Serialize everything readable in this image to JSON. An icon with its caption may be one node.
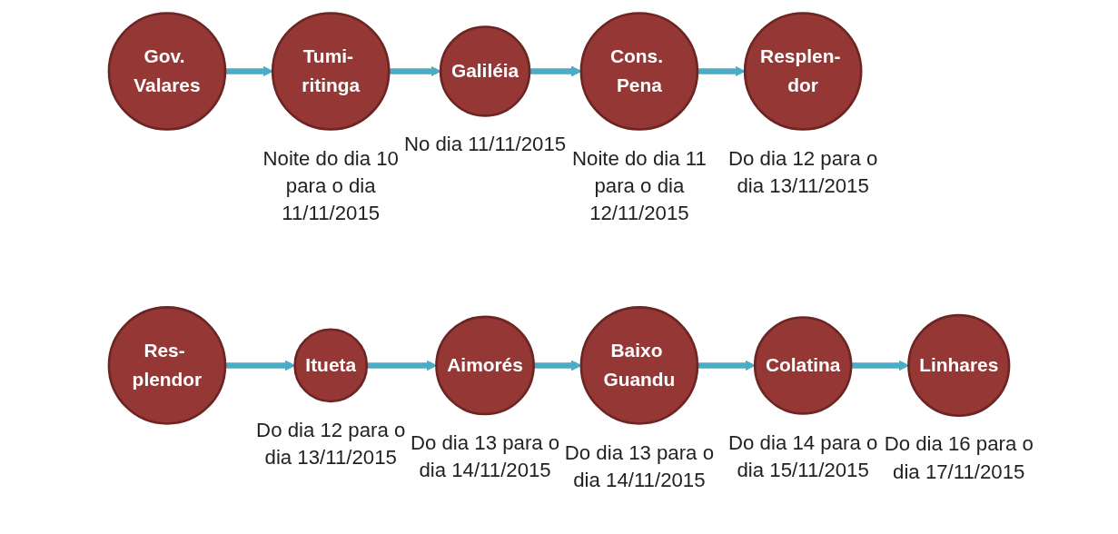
{
  "diagram": {
    "nodes": [
      {
        "text": [
          "Gov. Valares"
        ]
      },
      {
        "text": [
          "Tumi- ritinga"
        ],
        "beside": [
          "Noite do dia 10 para o dia 11/11/2015"
        ]
      },
      {
        "text": [
          "Galiléia"
        ],
        "beside": [
          "No dia 11/11/2015"
        ]
      },
      {
        "text": [
          "Cons. Pena"
        ],
        "beside": [
          "Noite do dia 11 para o dia 12/11/2015"
        ]
      },
      {
        "text": [
          "Resplen- dor"
        ],
        "beside": [
          "Do dia 12 para o dia 13/11/2015"
        ]
      },
      {
        "text": [
          "Res- plendor"
        ]
      },
      {
        "text": [
          "Itueta"
        ],
        "beside": [
          "Do dia 12 para o dia 13/11/2015"
        ]
      },
      {
        "text": [
          "Aimorés"
        ],
        "beside": [
          "Do dia 13 para o dia 14/11/2015"
        ]
      },
      {
        "text": [
          "Baixo Guandu"
        ],
        "beside": [
          "Do dia 13 para o dia 14/11/2015"
        ]
      },
      {
        "text": [
          "Colatina"
        ],
        "beside": [
          "Do dia 14 para o dia 15/11/2015"
        ]
      },
      {
        "text": [
          "Linhares"
        ],
        "beside": [
          "Do dia 16 para o dia 17/11/2015"
        ]
      }
    ],
    "edges": [
      {
        "from": 0,
        "to": 1,
        "arrow": "to"
      },
      {
        "from": 1,
        "to": 2,
        "arrow": "to"
      },
      {
        "from": 2,
        "to": 3,
        "arrow": "to"
      },
      {
        "from": 3,
        "to": 4,
        "arrow": "to"
      },
      {
        "from": 5,
        "to": 6,
        "arrow": "to"
      },
      {
        "from": 6,
        "to": 7,
        "arrow": "to"
      },
      {
        "from": 7,
        "to": 8,
        "arrow": "to"
      },
      {
        "from": 8,
        "to": 9,
        "arrow": "to"
      },
      {
        "from": 9,
        "to": 10,
        "arrow": "to"
      }
    ]
  }
}
